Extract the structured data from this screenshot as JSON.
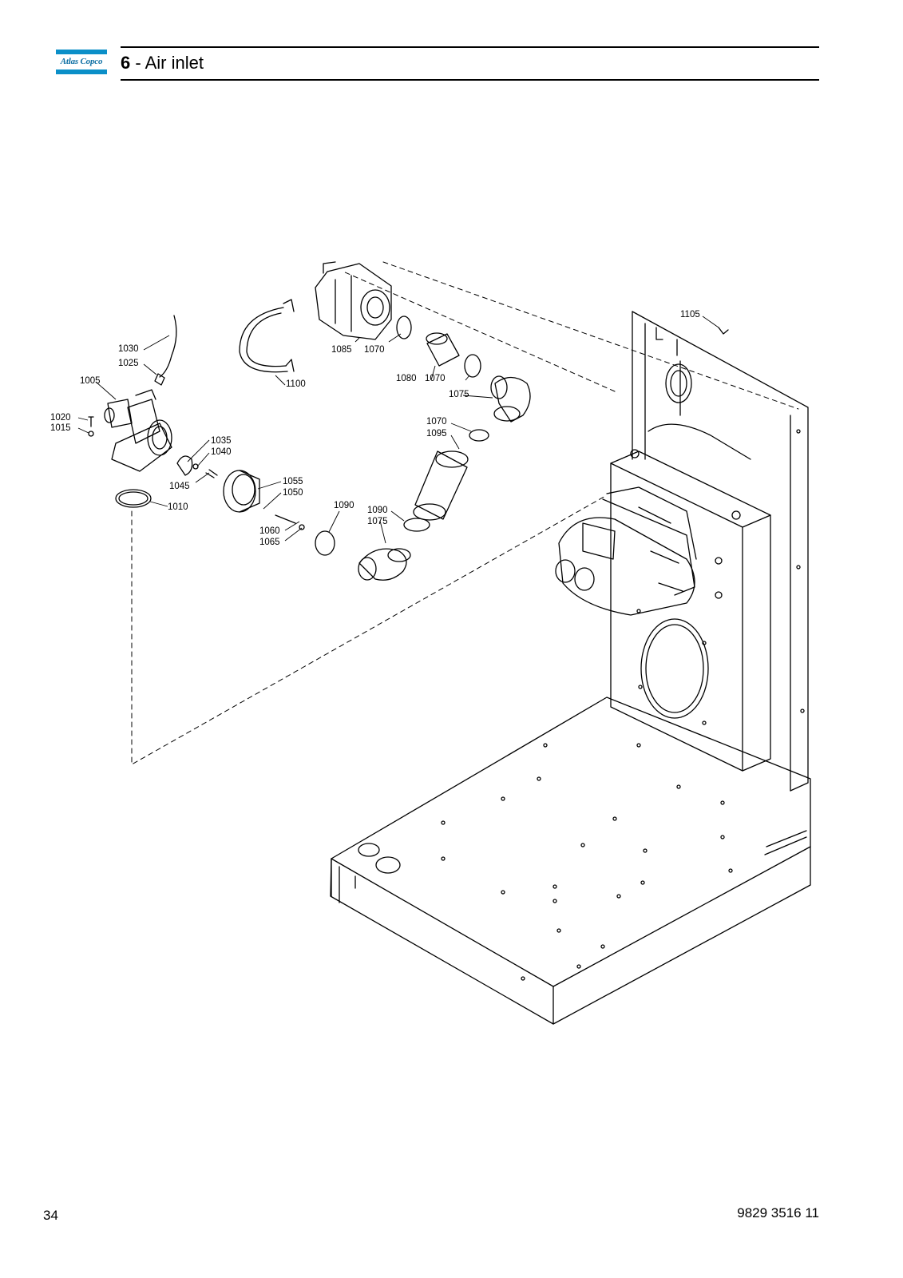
{
  "brand": {
    "logo_text": "Atlas Copco",
    "color": "#0b8fc8"
  },
  "header": {
    "section_number": "6",
    "separator": " - ",
    "section_title": "Air inlet"
  },
  "diagram": {
    "part_labels": [
      "1005",
      "1010",
      "1015",
      "1020",
      "1025",
      "1030",
      "1035",
      "1040",
      "1045",
      "1050",
      "1055",
      "1060",
      "1065",
      "1070",
      "1070",
      "1070",
      "1075",
      "1075",
      "1080",
      "1085",
      "1090",
      "1090",
      "1095",
      "1100",
      "1105"
    ]
  },
  "footer": {
    "page_number": "34",
    "document_number": "9829 3516 11"
  }
}
